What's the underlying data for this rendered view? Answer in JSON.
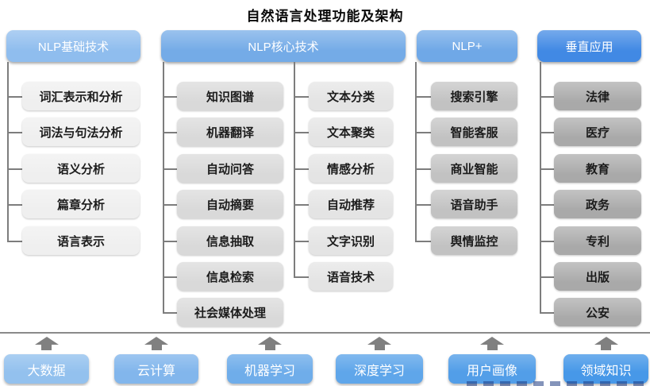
{
  "title": "自然语言处理功能及架构",
  "columns": [
    {
      "header": "NLP基础技术",
      "items": [
        "词汇表示和分析",
        "词法与句法分析",
        "语义分析",
        "篇章分析",
        "语言表示"
      ]
    },
    {
      "header": "NLP核心技术",
      "items_left": [
        "知识图谱",
        "机器翻译",
        "自动问答",
        "自动摘要",
        "信息抽取",
        "信息检索",
        "社会媒体处理"
      ],
      "items_right": [
        "文本分类",
        "文本聚类",
        "情感分析",
        "自动推荐",
        "文字识别",
        "语音技术"
      ]
    },
    {
      "header": "NLP+",
      "items": [
        "搜索引擎",
        "智能客服",
        "商业智能",
        "语音助手",
        "舆情监控"
      ]
    },
    {
      "header": "垂直应用",
      "items": [
        "法律",
        "医疗",
        "教育",
        "政务",
        "专利",
        "出版",
        "公安"
      ]
    }
  ],
  "foundation": {
    "items": [
      "大数据",
      "云计算",
      "机器学习",
      "深度学习",
      "用户画像",
      "领域知识"
    ]
  },
  "colors": {
    "header_1": "#8fbdee",
    "header_2": "#74abe7",
    "header_3": "#6fa8e7",
    "header_4": "#4189e4",
    "tier_1": "#efefef",
    "tier_2": "#d9d9d9",
    "tier_3": "#e4e4e4",
    "tier_4": "#c2c2c2",
    "tier_5": "#a9a9a9",
    "foundation": [
      "#93c1ee",
      "#82b6ec",
      "#6fadea",
      "#5fa6ea",
      "#529ee8",
      "#4798e8"
    ],
    "connector": "#7d7d7d",
    "arrow": "#808080",
    "separator": "#8a8a8a"
  }
}
